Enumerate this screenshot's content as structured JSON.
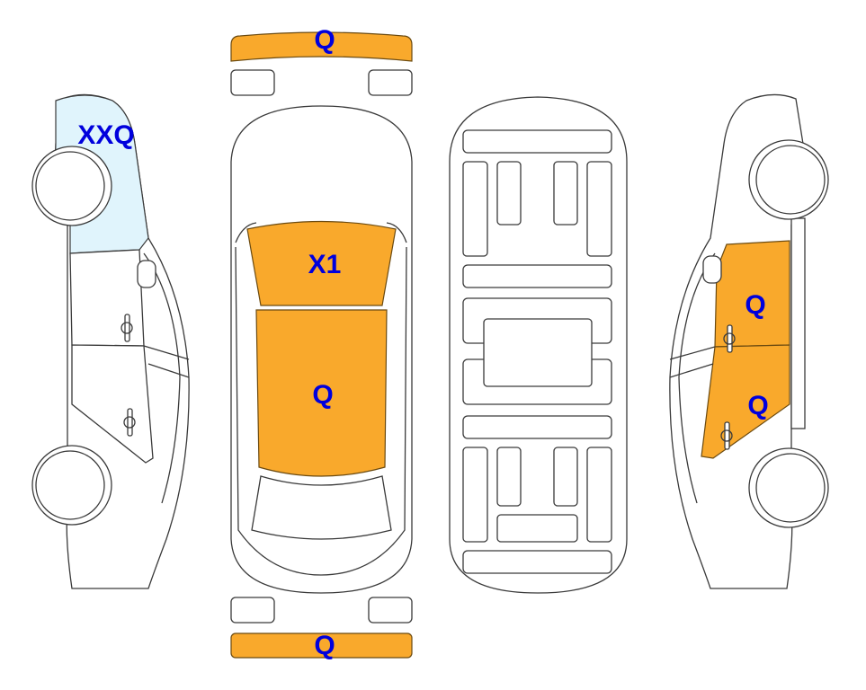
{
  "colors": {
    "damaged": "#F9A92C",
    "highlight": "#E0F4FC",
    "label": "#0000DD"
  },
  "views": {
    "left_side": {
      "rear_quarter_label": "XXQ"
    },
    "top": {
      "front_bumper_label": "Q",
      "hood_label": "X1",
      "roof_label": "Q",
      "rear_bumper_label": "Q"
    },
    "right_side": {
      "front_door_label": "Q",
      "rear_door_label": "Q"
    }
  }
}
